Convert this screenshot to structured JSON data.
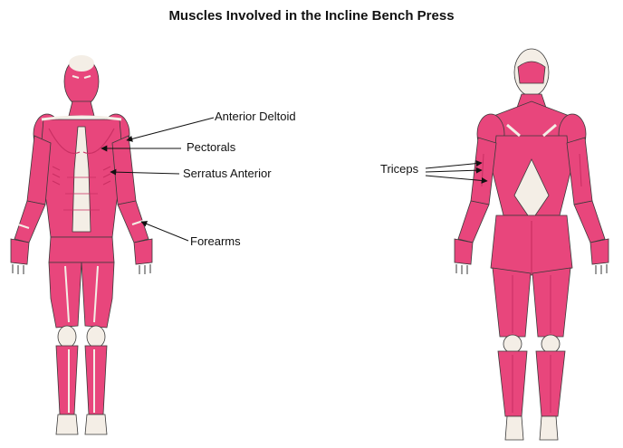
{
  "title": "Muscles Involved in the Incline Bench Press",
  "colors": {
    "muscle": "#e8467c",
    "muscle_dark": "#c92f63",
    "tendon": "#f4eee6",
    "outline": "#3a3a3a",
    "background": "#ffffff"
  },
  "figures": {
    "front": {
      "view": "anterior"
    },
    "back": {
      "view": "posterior"
    }
  },
  "labels": {
    "anterior_deltoid": "Anterior Deltoid",
    "pectorals": "Pectorals",
    "serratus_anterior": "Serratus Anterior",
    "forearms": "Forearms",
    "triceps": "Triceps"
  }
}
